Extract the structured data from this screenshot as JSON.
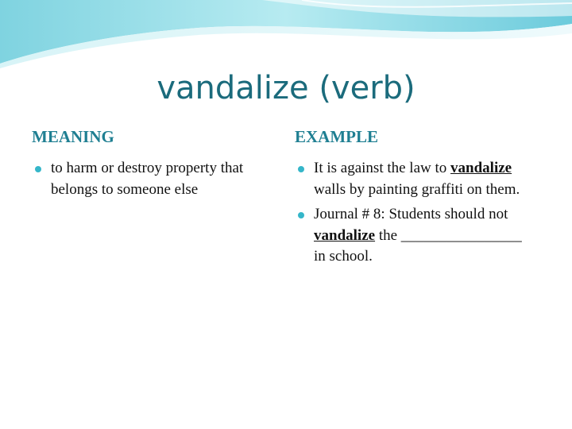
{
  "slide": {
    "title": "vandalize (verb)",
    "colors": {
      "title": "#1b6b7c",
      "heading": "#1f7f92",
      "bullet": "#35b6c9",
      "wave": "#9fe1ea"
    },
    "meaning": {
      "heading": "MEANING",
      "items": [
        {
          "text": "to harm or destroy property that belongs to someone else"
        }
      ]
    },
    "example": {
      "heading": "EXAMPLE",
      "items": [
        {
          "before": "It is against the law to ",
          "word": "vandalize",
          "after": " walls by painting graffiti on them."
        },
        {
          "before": "Journal # 8: Students should not ",
          "word": "vandalize",
          "after": " the ________________ in school."
        }
      ]
    }
  }
}
